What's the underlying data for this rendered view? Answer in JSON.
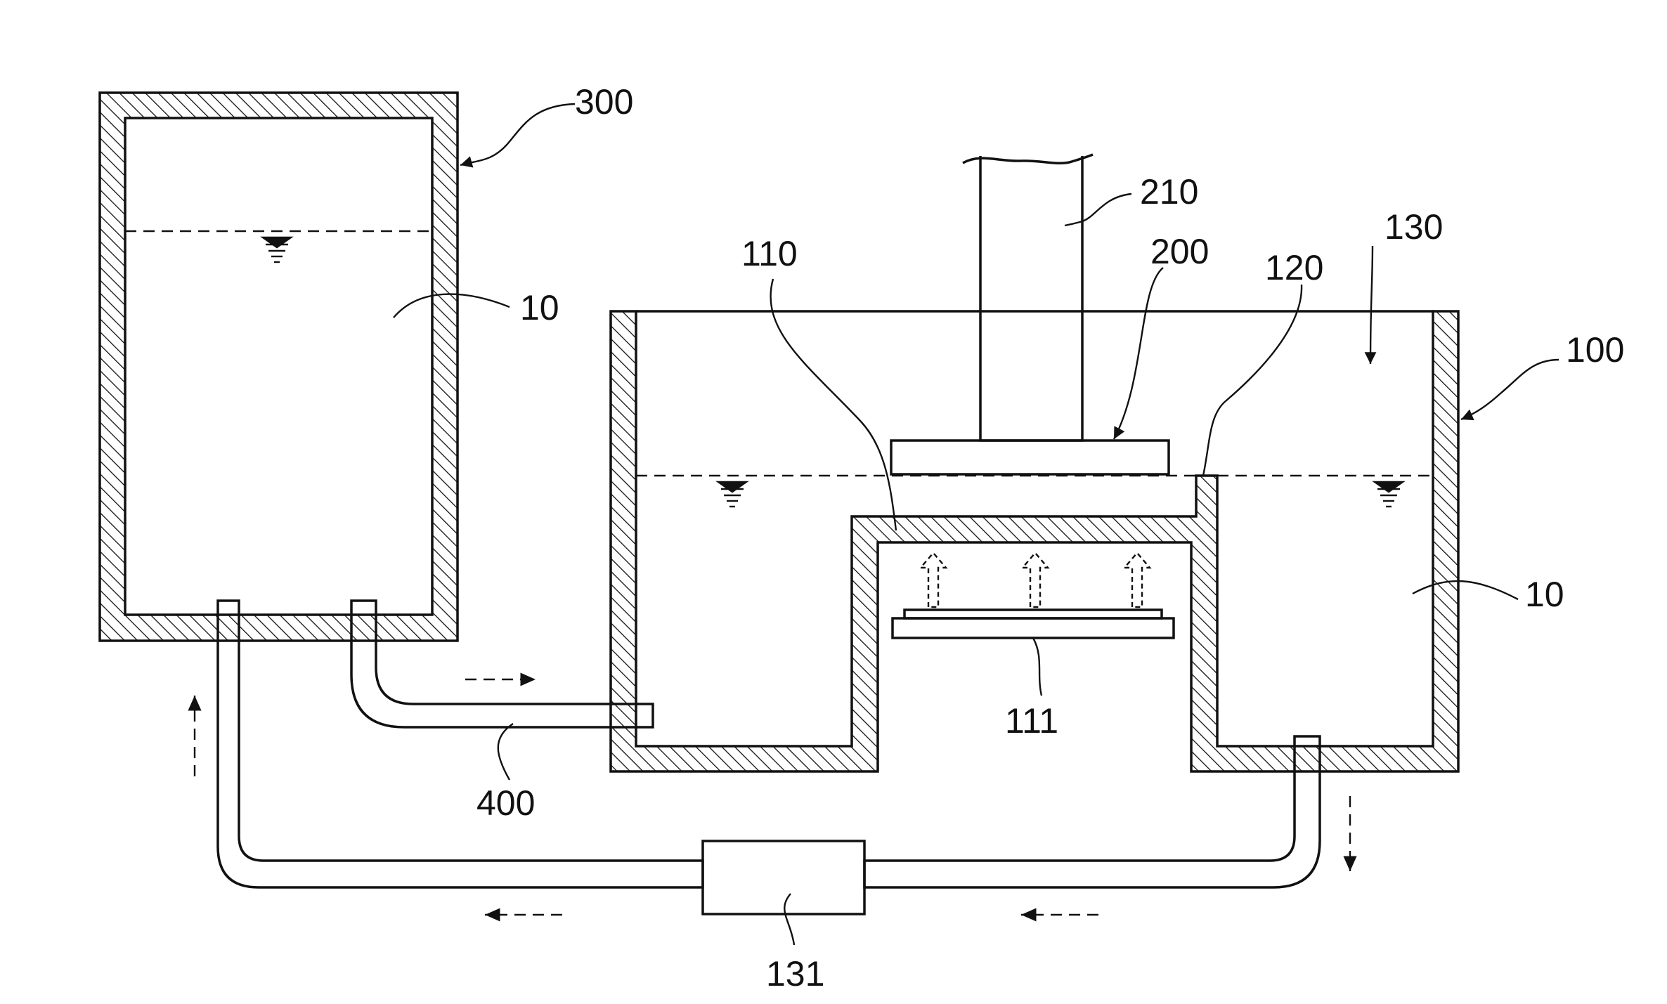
{
  "labels": {
    "reservoir": "300",
    "liquid_reservoir": "10",
    "tank": "100",
    "liquid_tank": "10",
    "partition": "110",
    "light_source": "111",
    "weir": "120",
    "overflow_region": "130",
    "pump": "131",
    "build_plate": "200",
    "support_shaft": "210",
    "supply_pipe": "400"
  }
}
